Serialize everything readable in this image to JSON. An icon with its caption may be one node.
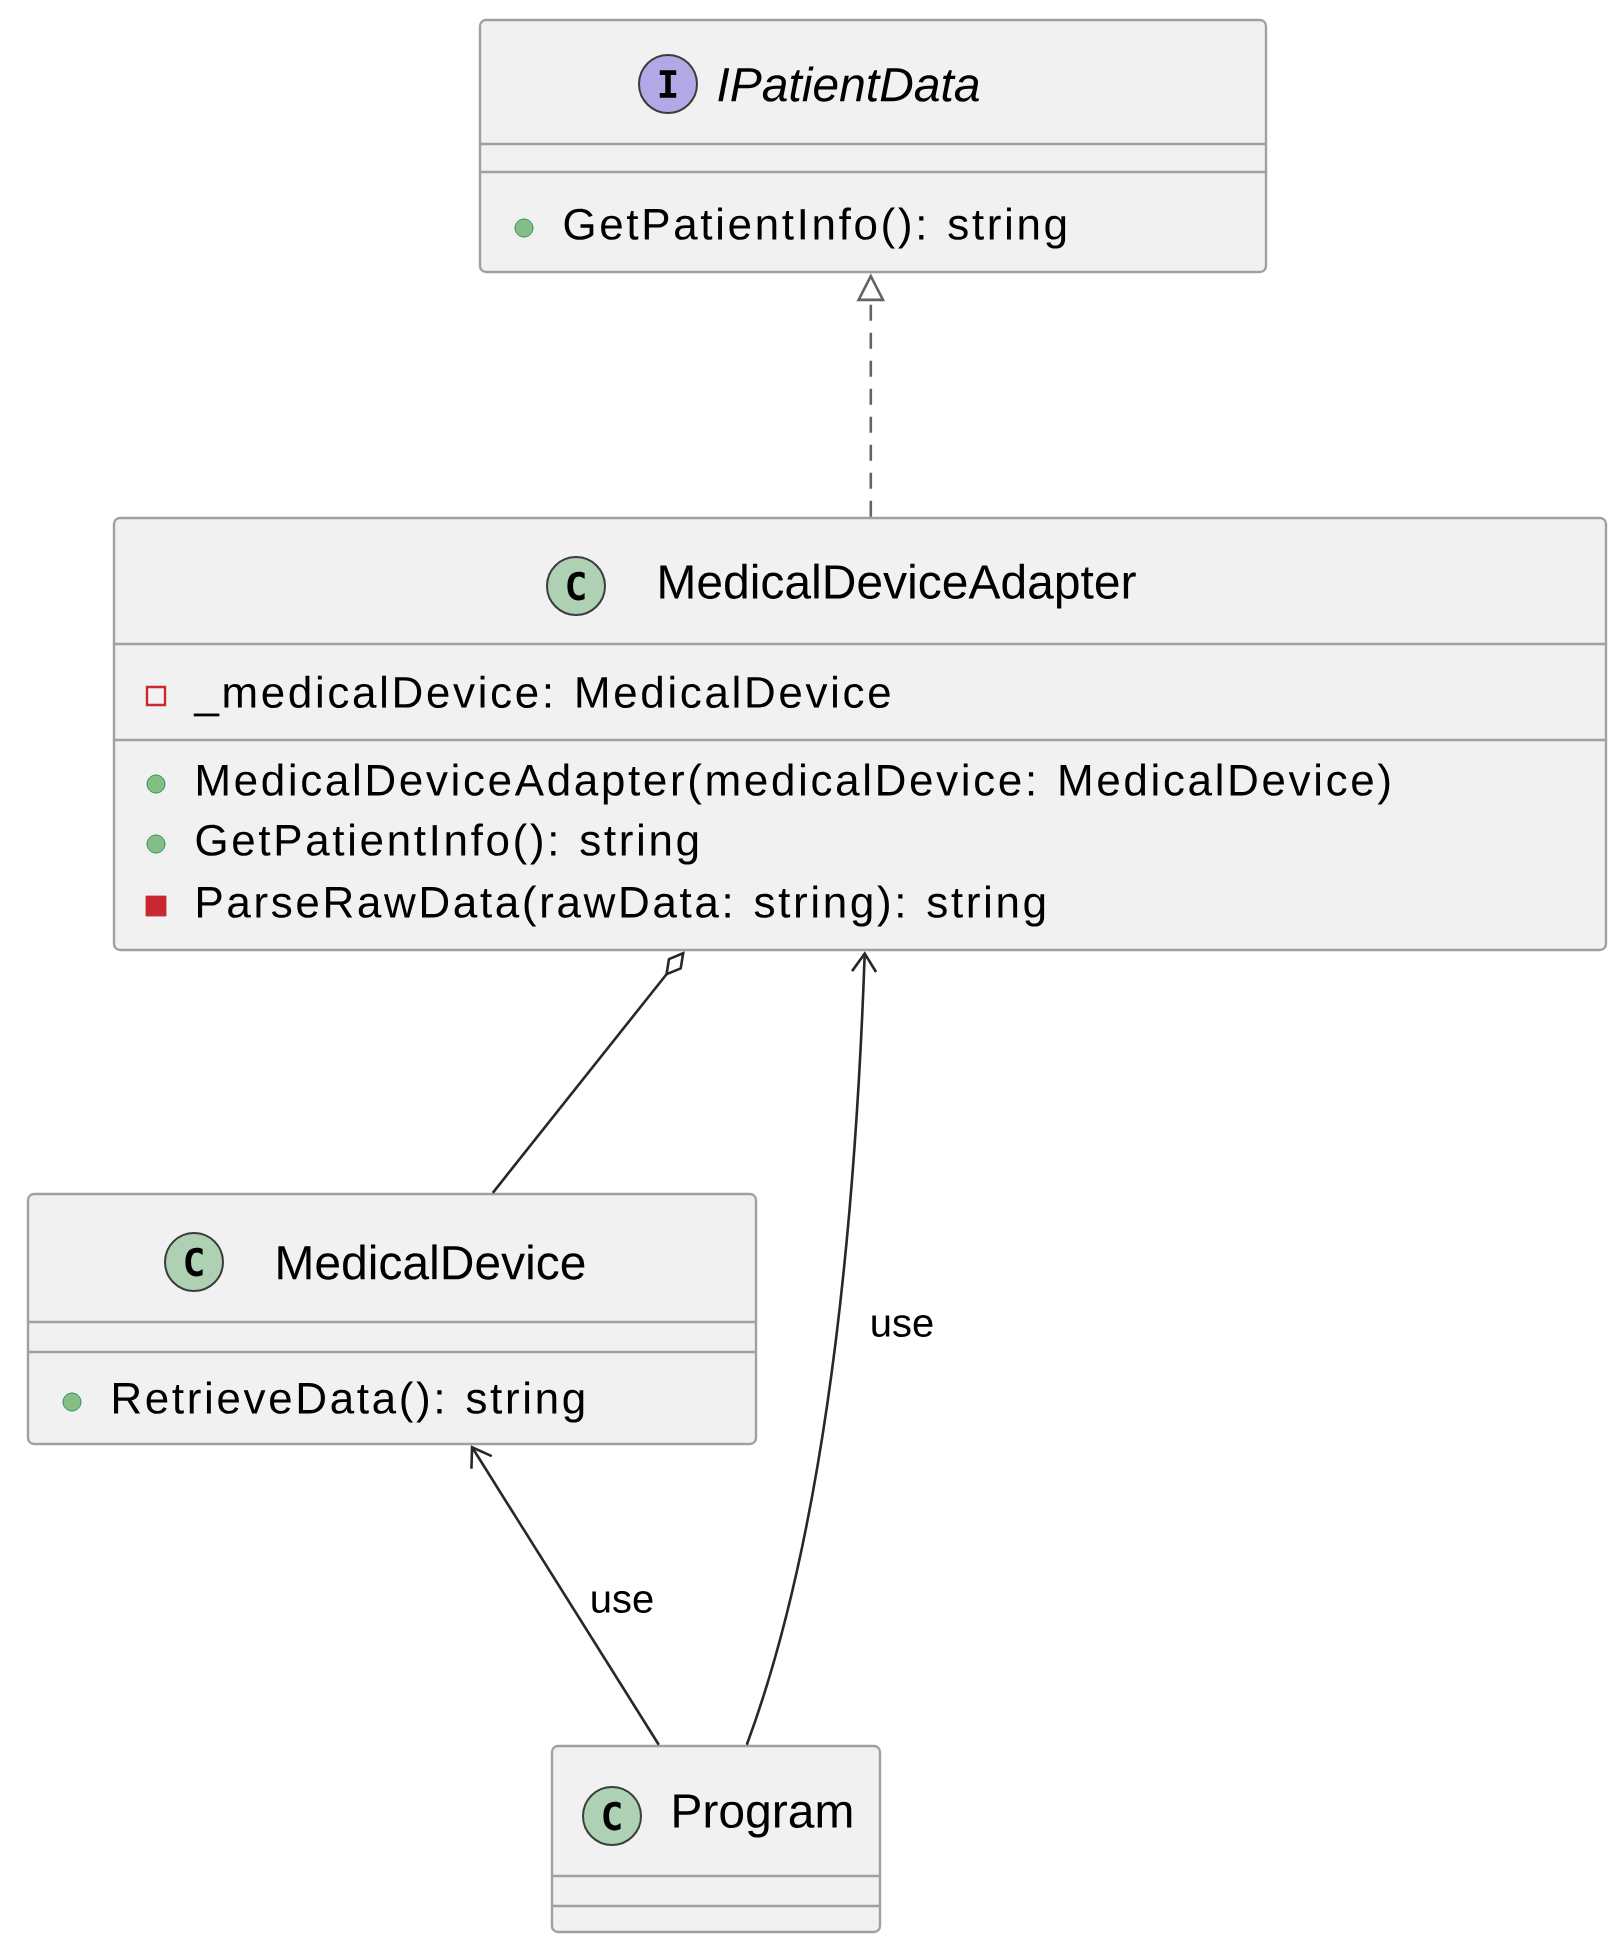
{
  "diagram": {
    "nodes": [
      {
        "text": [
          "I",
          "IPatientData",
          "GetPatientInfo(): string"
        ]
      },
      {
        "text": [
          "C",
          "MedicalDeviceAdapter",
          "_medicalDevice: MedicalDevice",
          "MedicalDeviceAdapter(medicalDevice: MedicalDevice)",
          "GetPatientInfo(): string",
          "ParseRawData(rawData: string): string"
        ]
      },
      {
        "text": [
          "C",
          "MedicalDevice",
          "RetrieveData(): string"
        ]
      },
      {
        "text": [
          "C",
          "Program"
        ]
      }
    ],
    "edges": [
      {
        "from": 1,
        "to": 0,
        "arrow": "to",
        "style": "dashed"
      },
      {
        "from": 2,
        "to": 1,
        "arrow": "other"
      },
      {
        "from": 3,
        "to": 2,
        "arrow": "to",
        "label": "use"
      },
      {
        "from": 3,
        "to": 1,
        "arrow": "to",
        "label": "use"
      }
    ]
  }
}
